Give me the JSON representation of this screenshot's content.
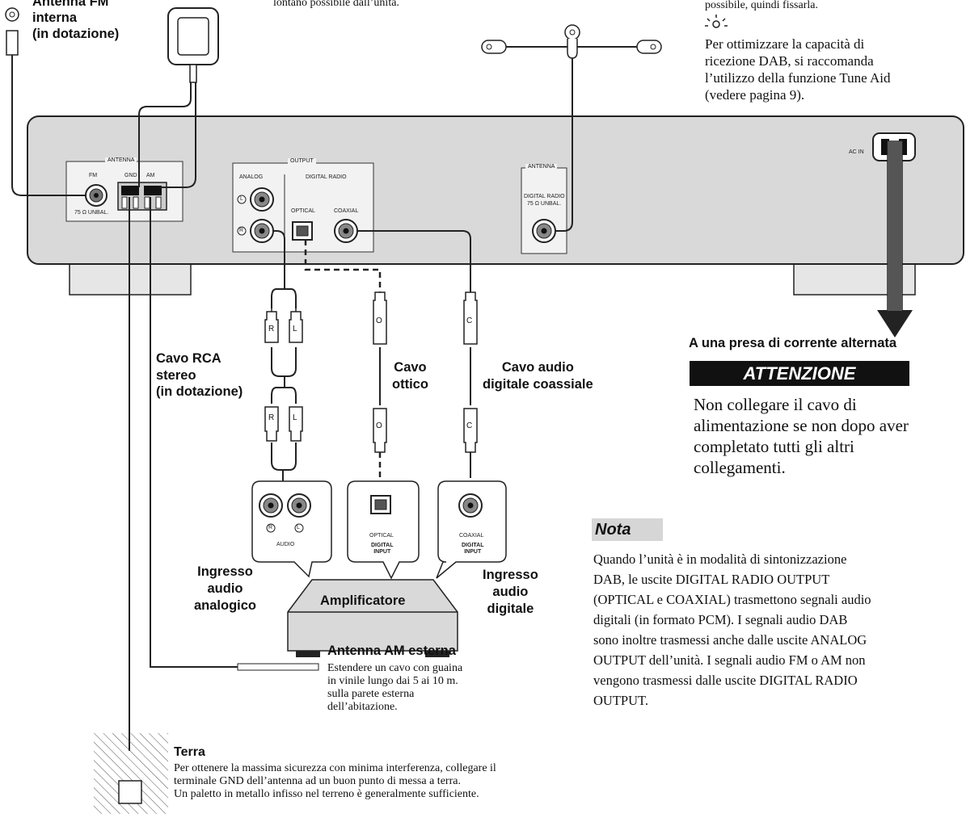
{
  "labels": {
    "fm_antenna": "Antenna FM\ninterna\n(in dotazione)",
    "top_center_note": "lontano possibile dall’unità.",
    "top_right_note": "possibile, quindi fissarla.",
    "dab_tip": "Per ottimizzare la capacità di\nricezione DAB, si raccomanda\nl’utilizzo della funzione Tune Aid\n(vedere pagina 9).",
    "rca_cable": "Cavo RCA\nstereo\n(in dotazione)",
    "optical_cable": "Cavo\nottico",
    "coax_cable": "Cavo audio\ndigitale coassiale",
    "analog_input": "Ingresso\naudio\nanalogico",
    "digital_input": "Ingresso\naudio\ndigitale",
    "amplifier": "Amplificatore",
    "am_antenna_title": "Antenna AM esterna",
    "am_antenna_desc": "Estendere un cavo con guaina\nin vinile lungo dai 5 ai 10 m.\nsulla parete esterna\ndell’abitazione.",
    "ground_title": "Terra",
    "ground_desc": "Per ottenere la massima sicurezza con minima interferenza, collegare il\nterminale GND dell’antenna ad un buon punto di messa a terra.\nUn paletto in metallo infisso nel terreno è generalmente sufficiente.",
    "ac_outlet": "A una presa di corrente alternata",
    "caution": "ATTENZIONE",
    "caution_text": "Non collegare il cavo di\nalimentazione se non dopo aver\ncompletato tutti gli altri\ncollegamenti.",
    "nota": "Nota",
    "nota_text": "Quando l’unità è in modalità di sintonizzazione\nDAB, le uscite DIGITAL RADIO OUTPUT\n(OPTICAL e COAXIAL) trasmettono segnali audio\ndigitali (in formato PCM). I segnali audio DAB\nsono inoltre trasmessi anche dalle uscite ANALOG\nOUTPUT dell’unità. I segnali audio FM o AM non\nvengono trasmessi dalle uscite DIGITAL RADIO\nOUTPUT."
  },
  "panel": {
    "antenna_box": "ANTENNA",
    "fm": "FM",
    "fm_unbal": "75 Ω UNBAL.",
    "gnd": "GND",
    "am": "AM",
    "output_box": "OUTPUT",
    "analog": "ANALOG",
    "digital_radio": "DIGITAL RADIO",
    "optical": "OPTICAL",
    "coaxial": "COAXIAL",
    "dab_antenna_box": "ANTENNA",
    "dab_digital_radio": "DIGITAL RADIO",
    "dab_unbal": "75 Ω UNBAL.",
    "ac_in": "AC IN",
    "ch_l": "L",
    "ch_r": "R"
  },
  "plugs": {
    "r": "R",
    "l": "L",
    "o": "O",
    "c": "C"
  },
  "amp_panels": {
    "audio": "AUDIO",
    "optical": "OPTICAL",
    "coaxial": "COAXIAL",
    "digital_input": "DIGITAL\nINPUT",
    "r": "R",
    "l": "L"
  },
  "colors": {
    "panel_fill": "#d9d9d9",
    "box_fill": "#f2f2f2",
    "banner": "#111111",
    "nota_bg": "#d6d6d6"
  }
}
